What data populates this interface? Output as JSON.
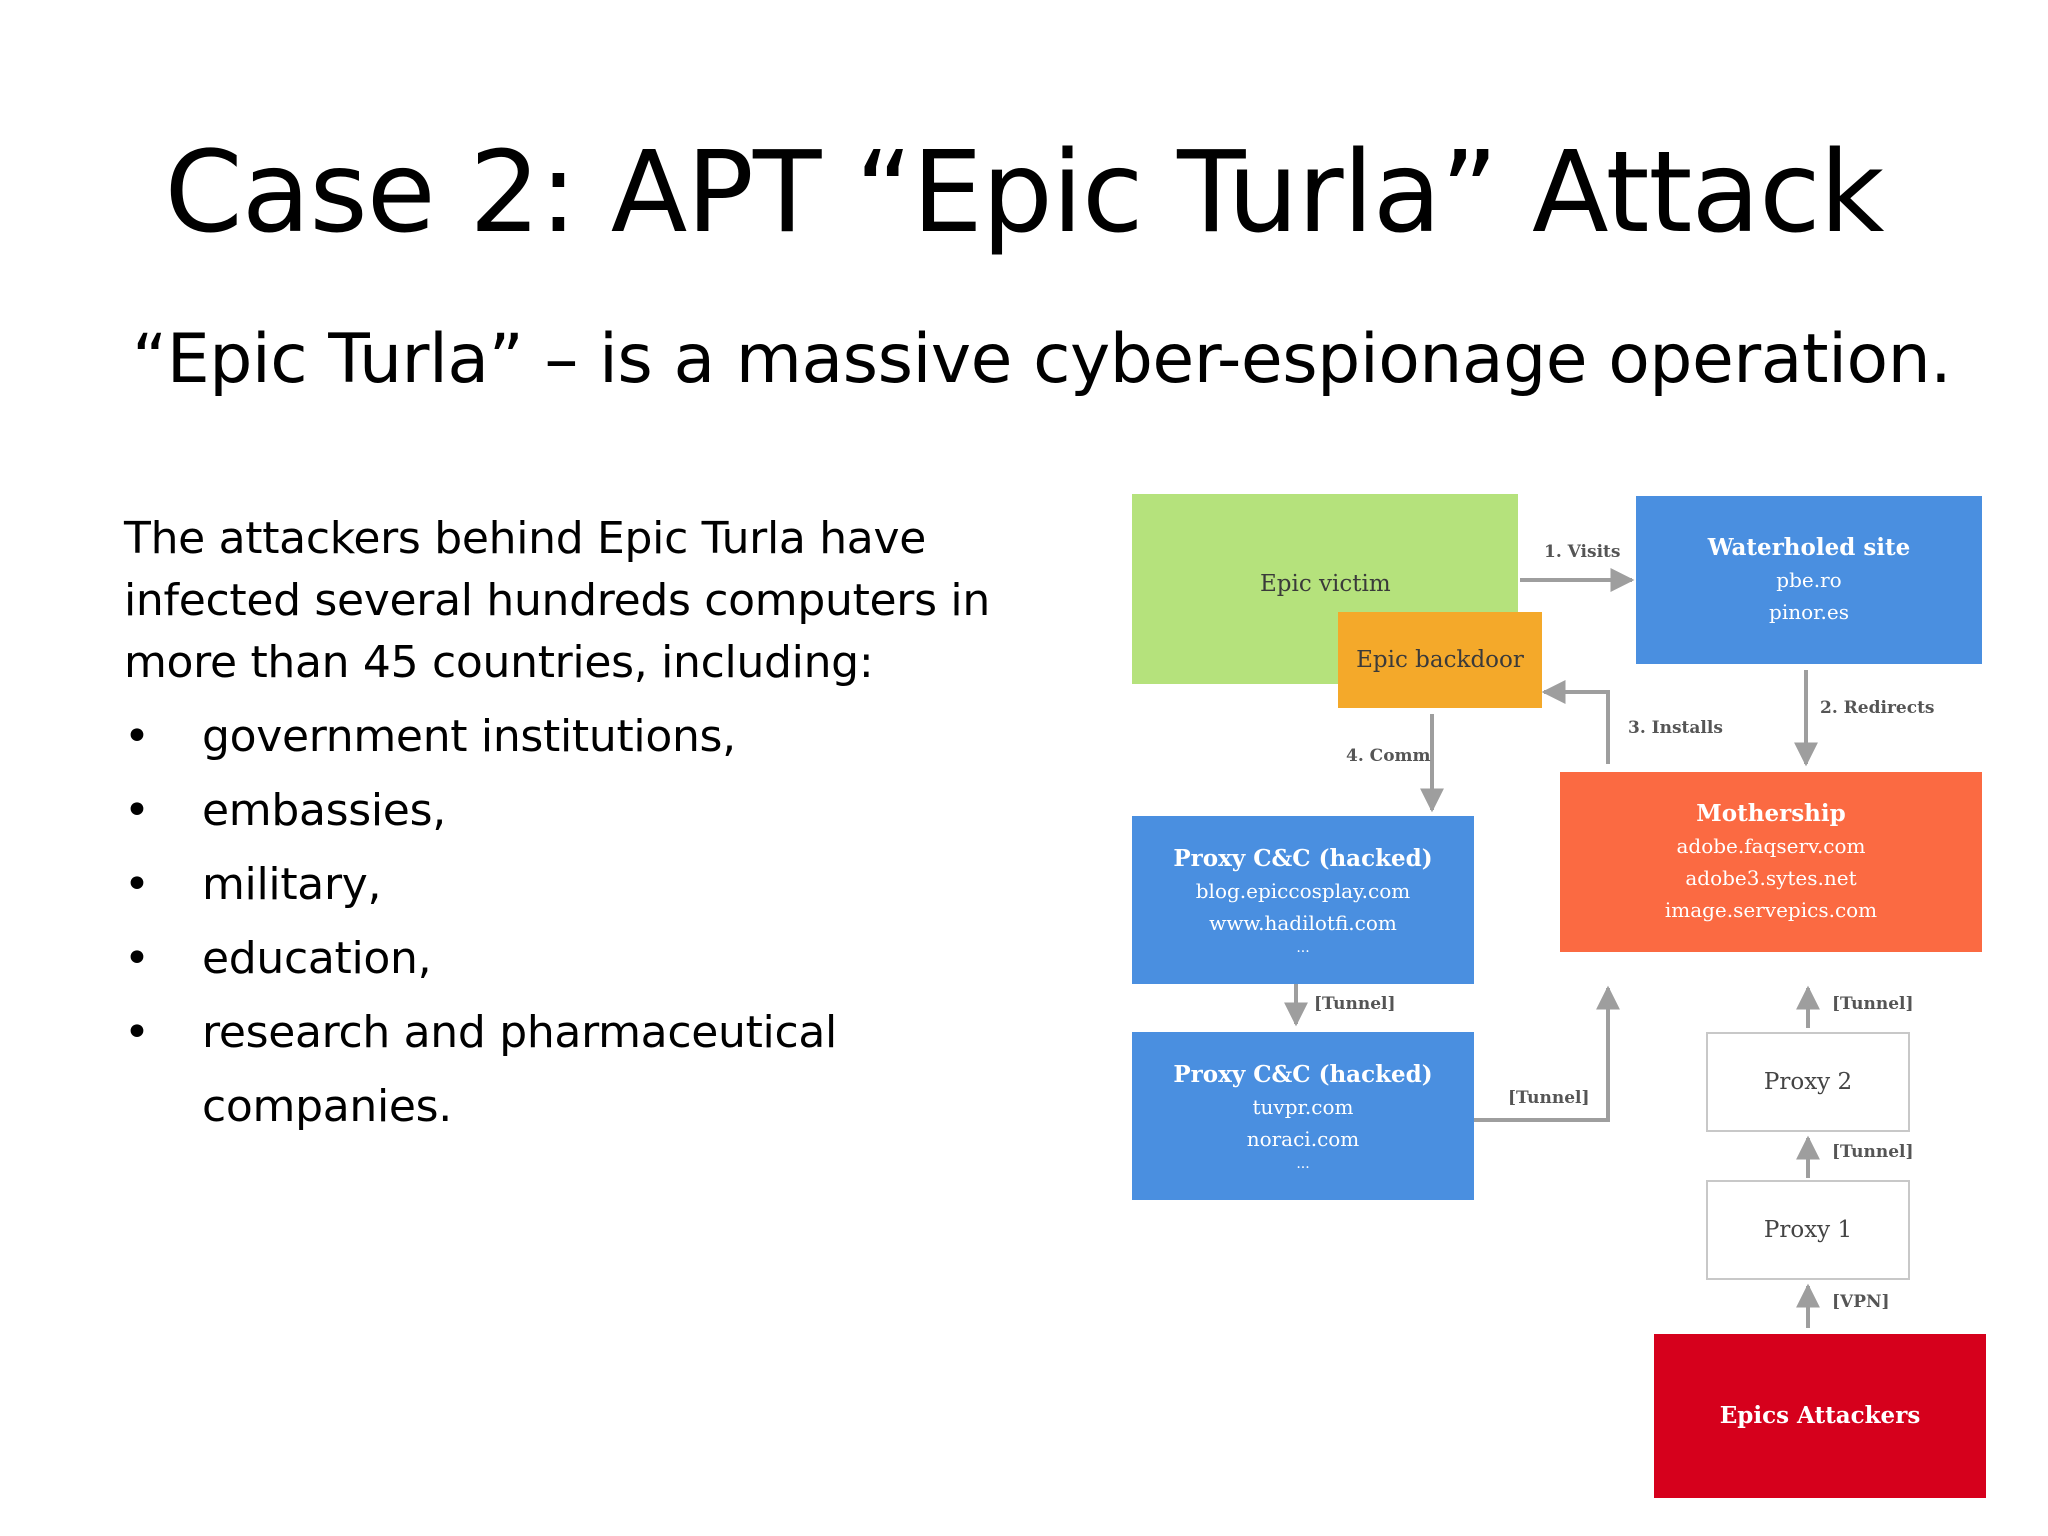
{
  "slide": {
    "title": "Case 2: APT “Epic Turla” Attack",
    "subtitle": "“Epic Turla” – is a massive cyber-espionage operation.",
    "intro": "The attackers behind Epic Turla have infected several hundreds computers in more than 45 countries, including:",
    "bullet_symbol": "•",
    "bullets": [
      "government institutions,",
      "embassies,",
      "military,",
      "education,",
      "research and pharmaceutical companies."
    ]
  },
  "diagram": {
    "colors": {
      "victim": "#b5e27c",
      "backdoor": "#f4a92a",
      "blue": "#4a8fe0",
      "mothership": "#fb6a42",
      "attackers": "#d6001c",
      "proxy_border": "#c8c8c8",
      "arrow": "#9e9e9e"
    },
    "nodes": {
      "epic_victim": {
        "title": "Epic victim"
      },
      "epic_backdoor": {
        "title": "Epic backdoor"
      },
      "waterholed": {
        "title": "Waterholed site",
        "lines": [
          "pbe.ro",
          "pinor.es"
        ]
      },
      "mothership": {
        "title": "Mothership",
        "lines": [
          "adobe.faqserv.com",
          "adobe3.sytes.net",
          "image.servepics.com"
        ]
      },
      "proxy_cc_1": {
        "title": "Proxy C&C (hacked)",
        "lines": [
          "blog.epiccosplay.com",
          "www.hadilotfi.com",
          "..."
        ]
      },
      "proxy_cc_2": {
        "title": "Proxy C&C (hacked)",
        "lines": [
          "tuvpr.com",
          "noraci.com",
          "..."
        ]
      },
      "proxy_2": {
        "title": "Proxy 2"
      },
      "proxy_1": {
        "title": "Proxy 1"
      },
      "attackers": {
        "title": "Epics Attackers"
      }
    },
    "labels": {
      "visits": "1. Visits",
      "redirects": "2. Redirects",
      "installs": "3. Installs",
      "comm": "4. Comm",
      "tunnel": "[Tunnel]",
      "vpn": "[VPN]"
    }
  }
}
